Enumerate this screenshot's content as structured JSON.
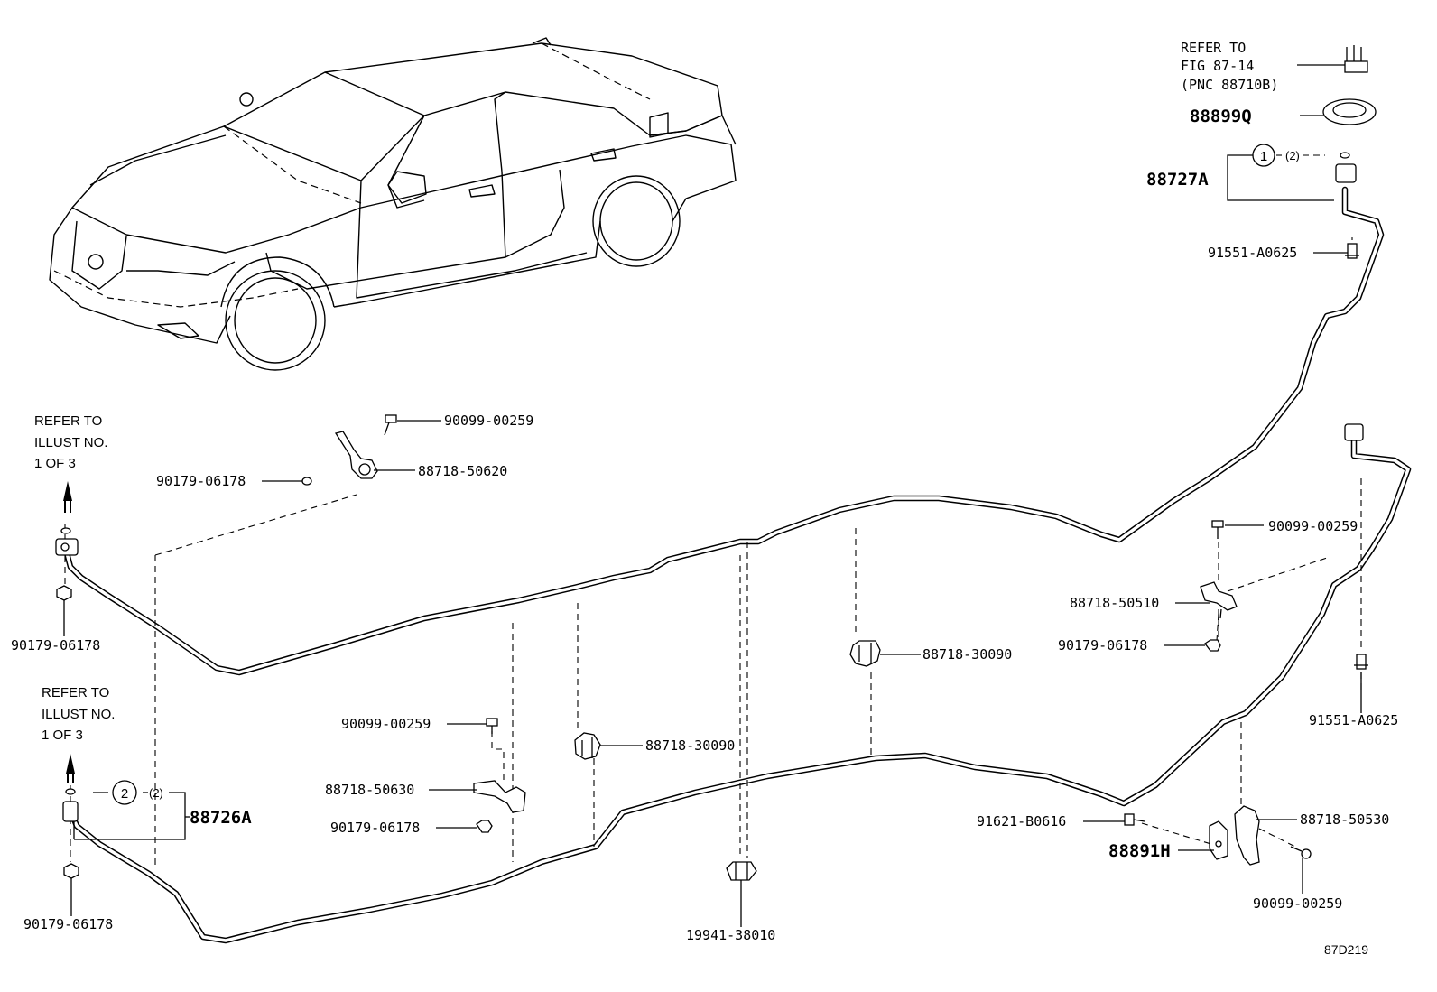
{
  "refer_notes": {
    "top_right": [
      "REFER TO",
      "FIG 87-14",
      "(PNC 88710B)"
    ],
    "left_upper": [
      "REFER TO",
      "ILLUST NO.",
      "1 OF 3"
    ],
    "left_lower": [
      "REFER TO",
      "ILLUST NO.",
      "1 OF 3"
    ]
  },
  "parts": {
    "p88899Q": "88899Q",
    "p88727A": "88727A",
    "p88727A_qty": "(2)",
    "p88727A_ref": "1",
    "p91551_top": "91551-A0625",
    "p90099_a": "90099-00259",
    "p88718_50620": "88718-50620",
    "p90179_a": "90179-06178",
    "p90179_b": "90179-06178",
    "p90099_b": "90099-00259",
    "p88718_50510": "88718-50510",
    "p90179_c": "90179-06178",
    "p88718_30090_a": "88718-30090",
    "p91551_right": "91551-A0625",
    "p90099_c": "90099-00259",
    "p88718_30090_b": "88718-30090",
    "p88718_50630": "88718-50630",
    "p90179_d": "90179-06178",
    "p88726A": "88726A",
    "p88726A_qty": "(2)",
    "p88726A_ref": "2",
    "p90179_e": "90179-06178",
    "p19941": "19941-38010",
    "p91621": "91621-B0616",
    "p88718_50530": "88718-50530",
    "p88891H": "88891H",
    "p90099_d": "90099-00259"
  },
  "figure_id": "87D219"
}
